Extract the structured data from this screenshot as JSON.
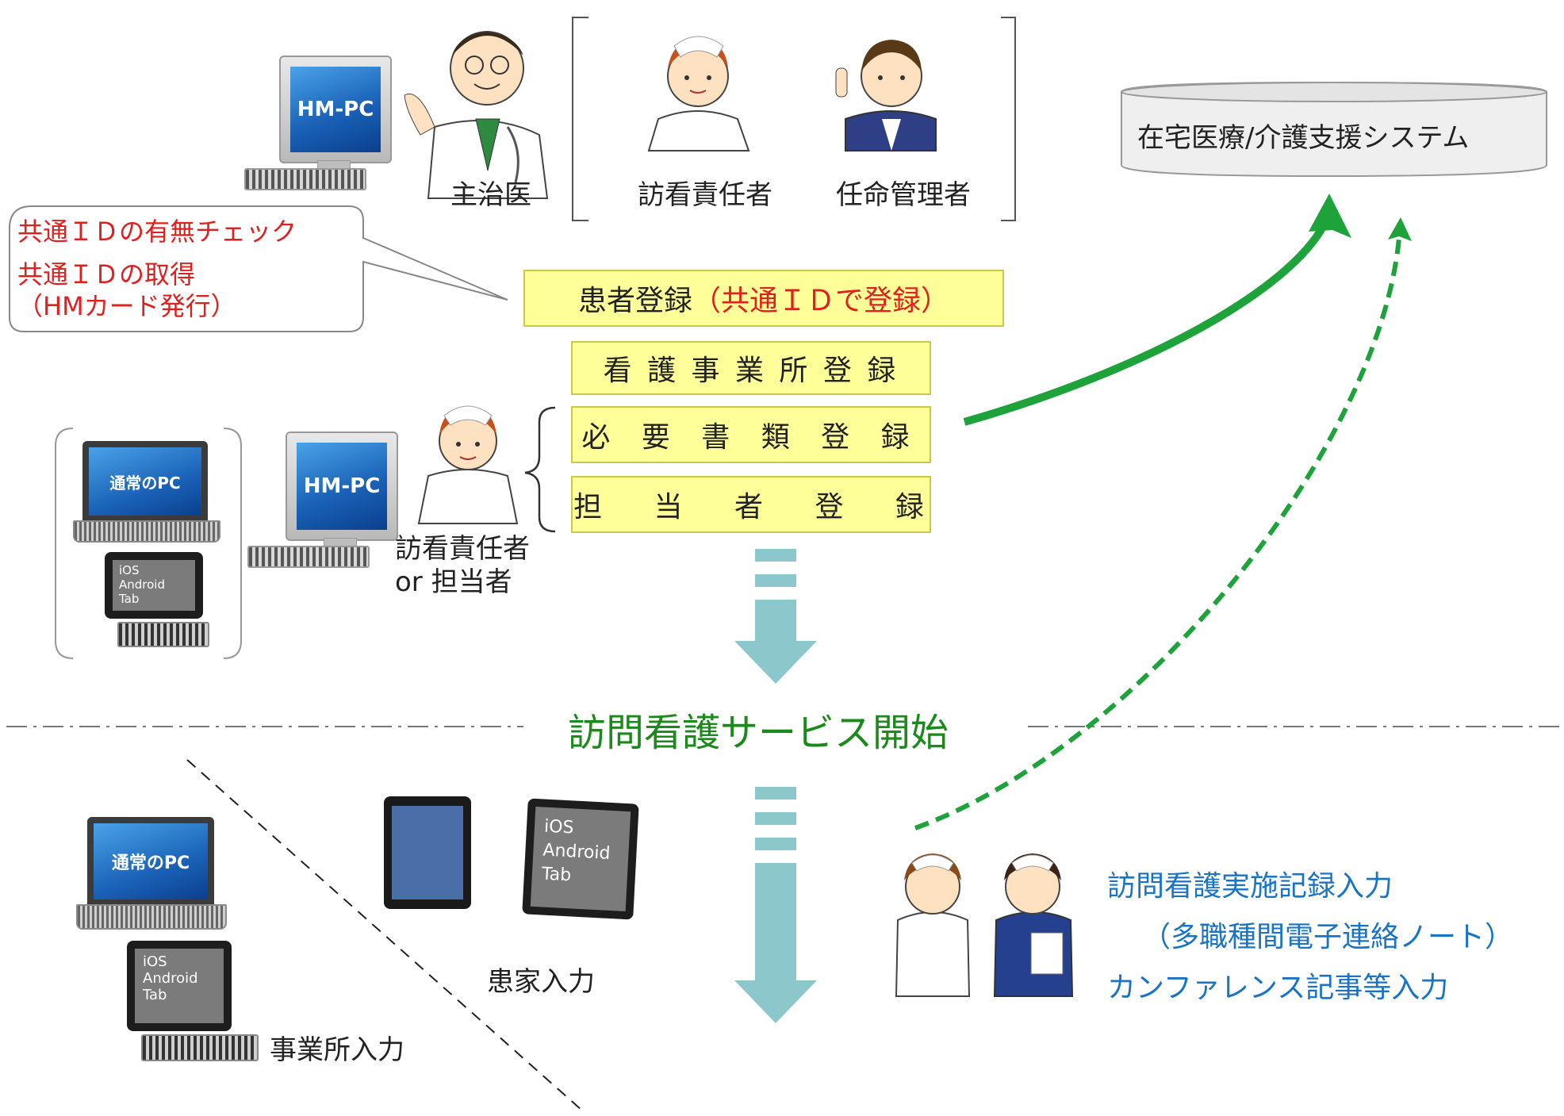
{
  "top": {
    "hm_pc_label": "HM-PC",
    "doctor_label": "主治医",
    "nurse_lead_label": "訪看責任者",
    "manager_label": "任命管理者",
    "system_label": "在宅医療/介護支援システム"
  },
  "callout": {
    "line1": "共通ＩＤの有無チェック",
    "line2": "共通ＩＤの取得",
    "line3": "（HMカード発行）"
  },
  "registration": {
    "patient_prefix": "患者登録",
    "patient_highlight": "（共通ＩＤで登録）",
    "office": "看 護 事 業 所 登 録",
    "documents": "必 要 書 類 登 録",
    "staff": "担　 当　 者　 登　 録"
  },
  "middle": {
    "normal_pc_label": "通常のPC",
    "tablet_text": "iOS\nAndroid\n   Tab",
    "hm_pc_label": "HM-PC",
    "nurse_label_line1": "訪看責任者",
    "nurse_label_line2": "or 担当者"
  },
  "service_start": "訪問看護サービス開始",
  "bottom": {
    "normal_pc_label": "通常のPC",
    "tablet_text": "iOS\nAndroid\n   Tab",
    "tablet2_text": "iOS\nAndroid\n    Tab",
    "office_input": "事業所入力",
    "home_input": "患家入力",
    "record_line1": "訪問看護実施記録入力",
    "record_line2": "（多職種間電子連絡ノート）",
    "record_line3": "カンファレンス記事等入力"
  },
  "colors": {
    "red_text": "#e0201e",
    "green_text": "#1a8a1a",
    "blue_text": "#1a74c6",
    "arrow_teal": "#8cc7cc",
    "yellow_fill": "#ffff99"
  }
}
